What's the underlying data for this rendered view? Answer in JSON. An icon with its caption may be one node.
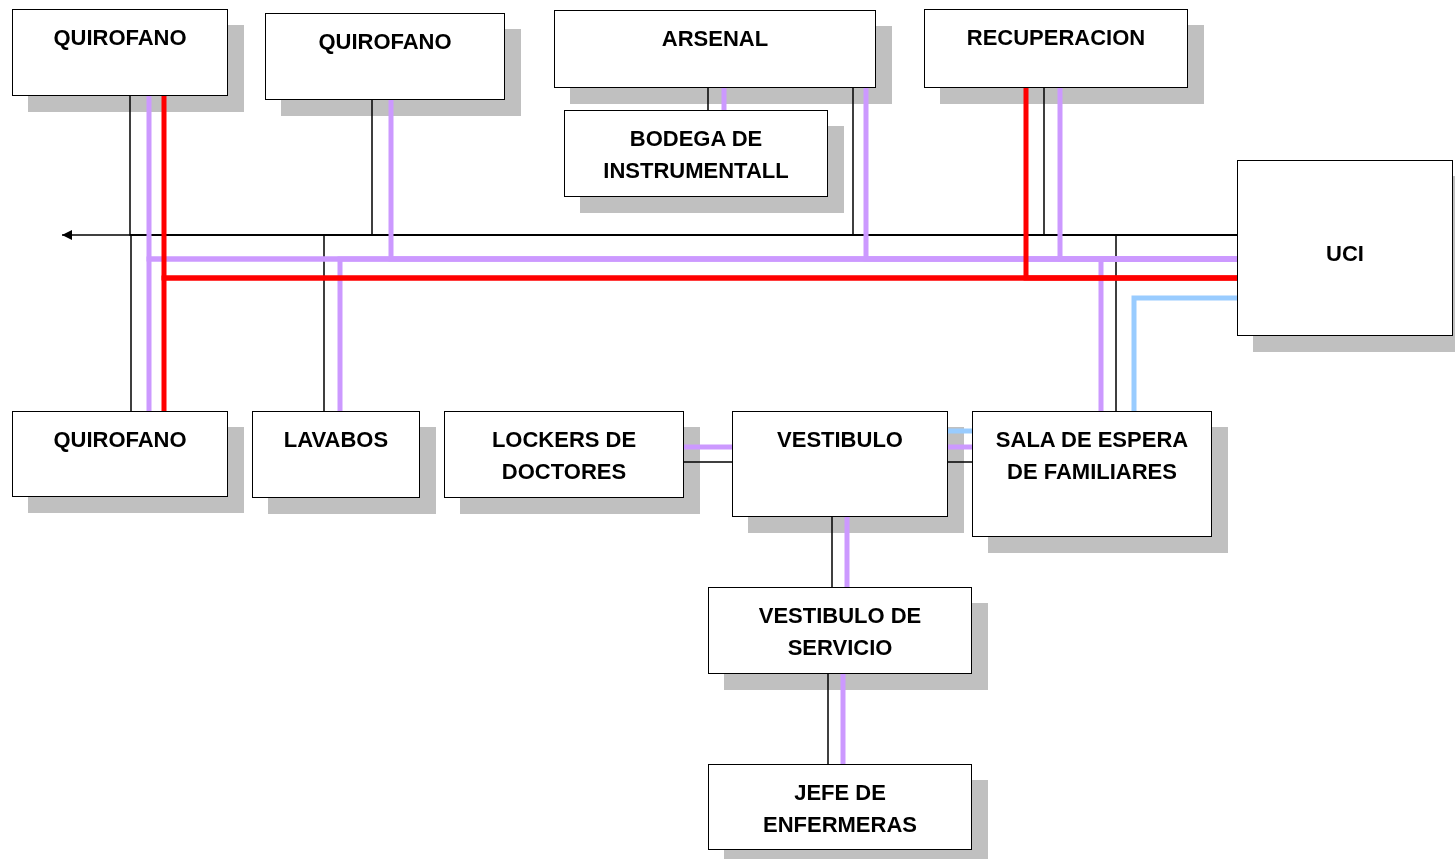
{
  "diagram": {
    "nodes": [
      {
        "text": [
          "QUIROFANO"
        ]
      },
      {
        "text": [
          "QUIROFANO"
        ]
      },
      {
        "text": [
          "ARSENAL"
        ]
      },
      {
        "text": [
          "BODEGA DE INSTRUMENTALL"
        ]
      },
      {
        "text": [
          "RECUPERACION"
        ]
      },
      {
        "text": [
          "UCI"
        ]
      },
      {
        "text": [
          "QUIROFANO"
        ]
      },
      {
        "text": [
          "LAVABOS"
        ]
      },
      {
        "text": [
          "LOCKERS DE DOCTORES"
        ]
      },
      {
        "text": [
          "VESTIBULO"
        ]
      },
      {
        "text": [
          "SALA DE ESPERA DE FAMILIARES"
        ]
      },
      {
        "text": [
          "VESTIBULO DE SERVICIO"
        ]
      },
      {
        "text": [
          "JEFE DE ENFERMERAS"
        ]
      }
    ],
    "edges": [
      {
        "from": 5,
        "to": null,
        "arrow": "to"
      },
      {
        "from": 0,
        "to": 5,
        "arrow": "none"
      },
      {
        "from": 1,
        "to": 5,
        "arrow": "none"
      },
      {
        "from": 2,
        "to": 5,
        "arrow": "none"
      },
      {
        "from": 4,
        "to": 5,
        "arrow": "none"
      },
      {
        "from": 6,
        "to": 5,
        "arrow": "none"
      },
      {
        "from": 7,
        "to": 5,
        "arrow": "none"
      },
      {
        "from": 10,
        "to": 5,
        "arrow": "none"
      },
      {
        "from": 0,
        "to": 5,
        "arrow": "none",
        "color": "#cc99ff"
      },
      {
        "from": 1,
        "to": 5,
        "arrow": "none",
        "color": "#cc99ff"
      },
      {
        "from": 2,
        "to": 5,
        "arrow": "none",
        "color": "#cc99ff"
      },
      {
        "from": 4,
        "to": 5,
        "arrow": "none",
        "color": "#cc99ff"
      },
      {
        "from": 6,
        "to": 5,
        "arrow": "none",
        "color": "#cc99ff"
      },
      {
        "from": 7,
        "to": 5,
        "arrow": "none",
        "color": "#cc99ff"
      },
      {
        "from": 10,
        "to": 5,
        "arrow": "none",
        "color": "#cc99ff"
      },
      {
        "from": 0,
        "to": 5,
        "arrow": "none",
        "color": "#ff0000"
      },
      {
        "from": 4,
        "to": 5,
        "arrow": "none",
        "color": "#ff0000"
      },
      {
        "from": 6,
        "to": 5,
        "arrow": "none",
        "color": "#ff0000"
      },
      {
        "from": 10,
        "to": 5,
        "arrow": "none",
        "color": "#99ccff"
      },
      {
        "from": 2,
        "to": 3,
        "arrow": "none"
      },
      {
        "from": 2,
        "to": 3,
        "arrow": "none",
        "color": "#cc99ff"
      },
      {
        "from": 8,
        "to": 9,
        "arrow": "none"
      },
      {
        "from": 8,
        "to": 9,
        "arrow": "none",
        "color": "#cc99ff"
      },
      {
        "from": 9,
        "to": 10,
        "arrow": "none"
      },
      {
        "from": 9,
        "to": 10,
        "arrow": "none",
        "color": "#cc99ff"
      },
      {
        "from": 9,
        "to": 10,
        "arrow": "none",
        "color": "#99ccff"
      },
      {
        "from": 9,
        "to": 11,
        "arrow": "none"
      },
      {
        "from": 9,
        "to": 11,
        "arrow": "none",
        "color": "#cc99ff"
      },
      {
        "from": 11,
        "to": 12,
        "arrow": "none"
      },
      {
        "from": 11,
        "to": 12,
        "arrow": "none",
        "color": "#cc99ff"
      }
    ]
  }
}
